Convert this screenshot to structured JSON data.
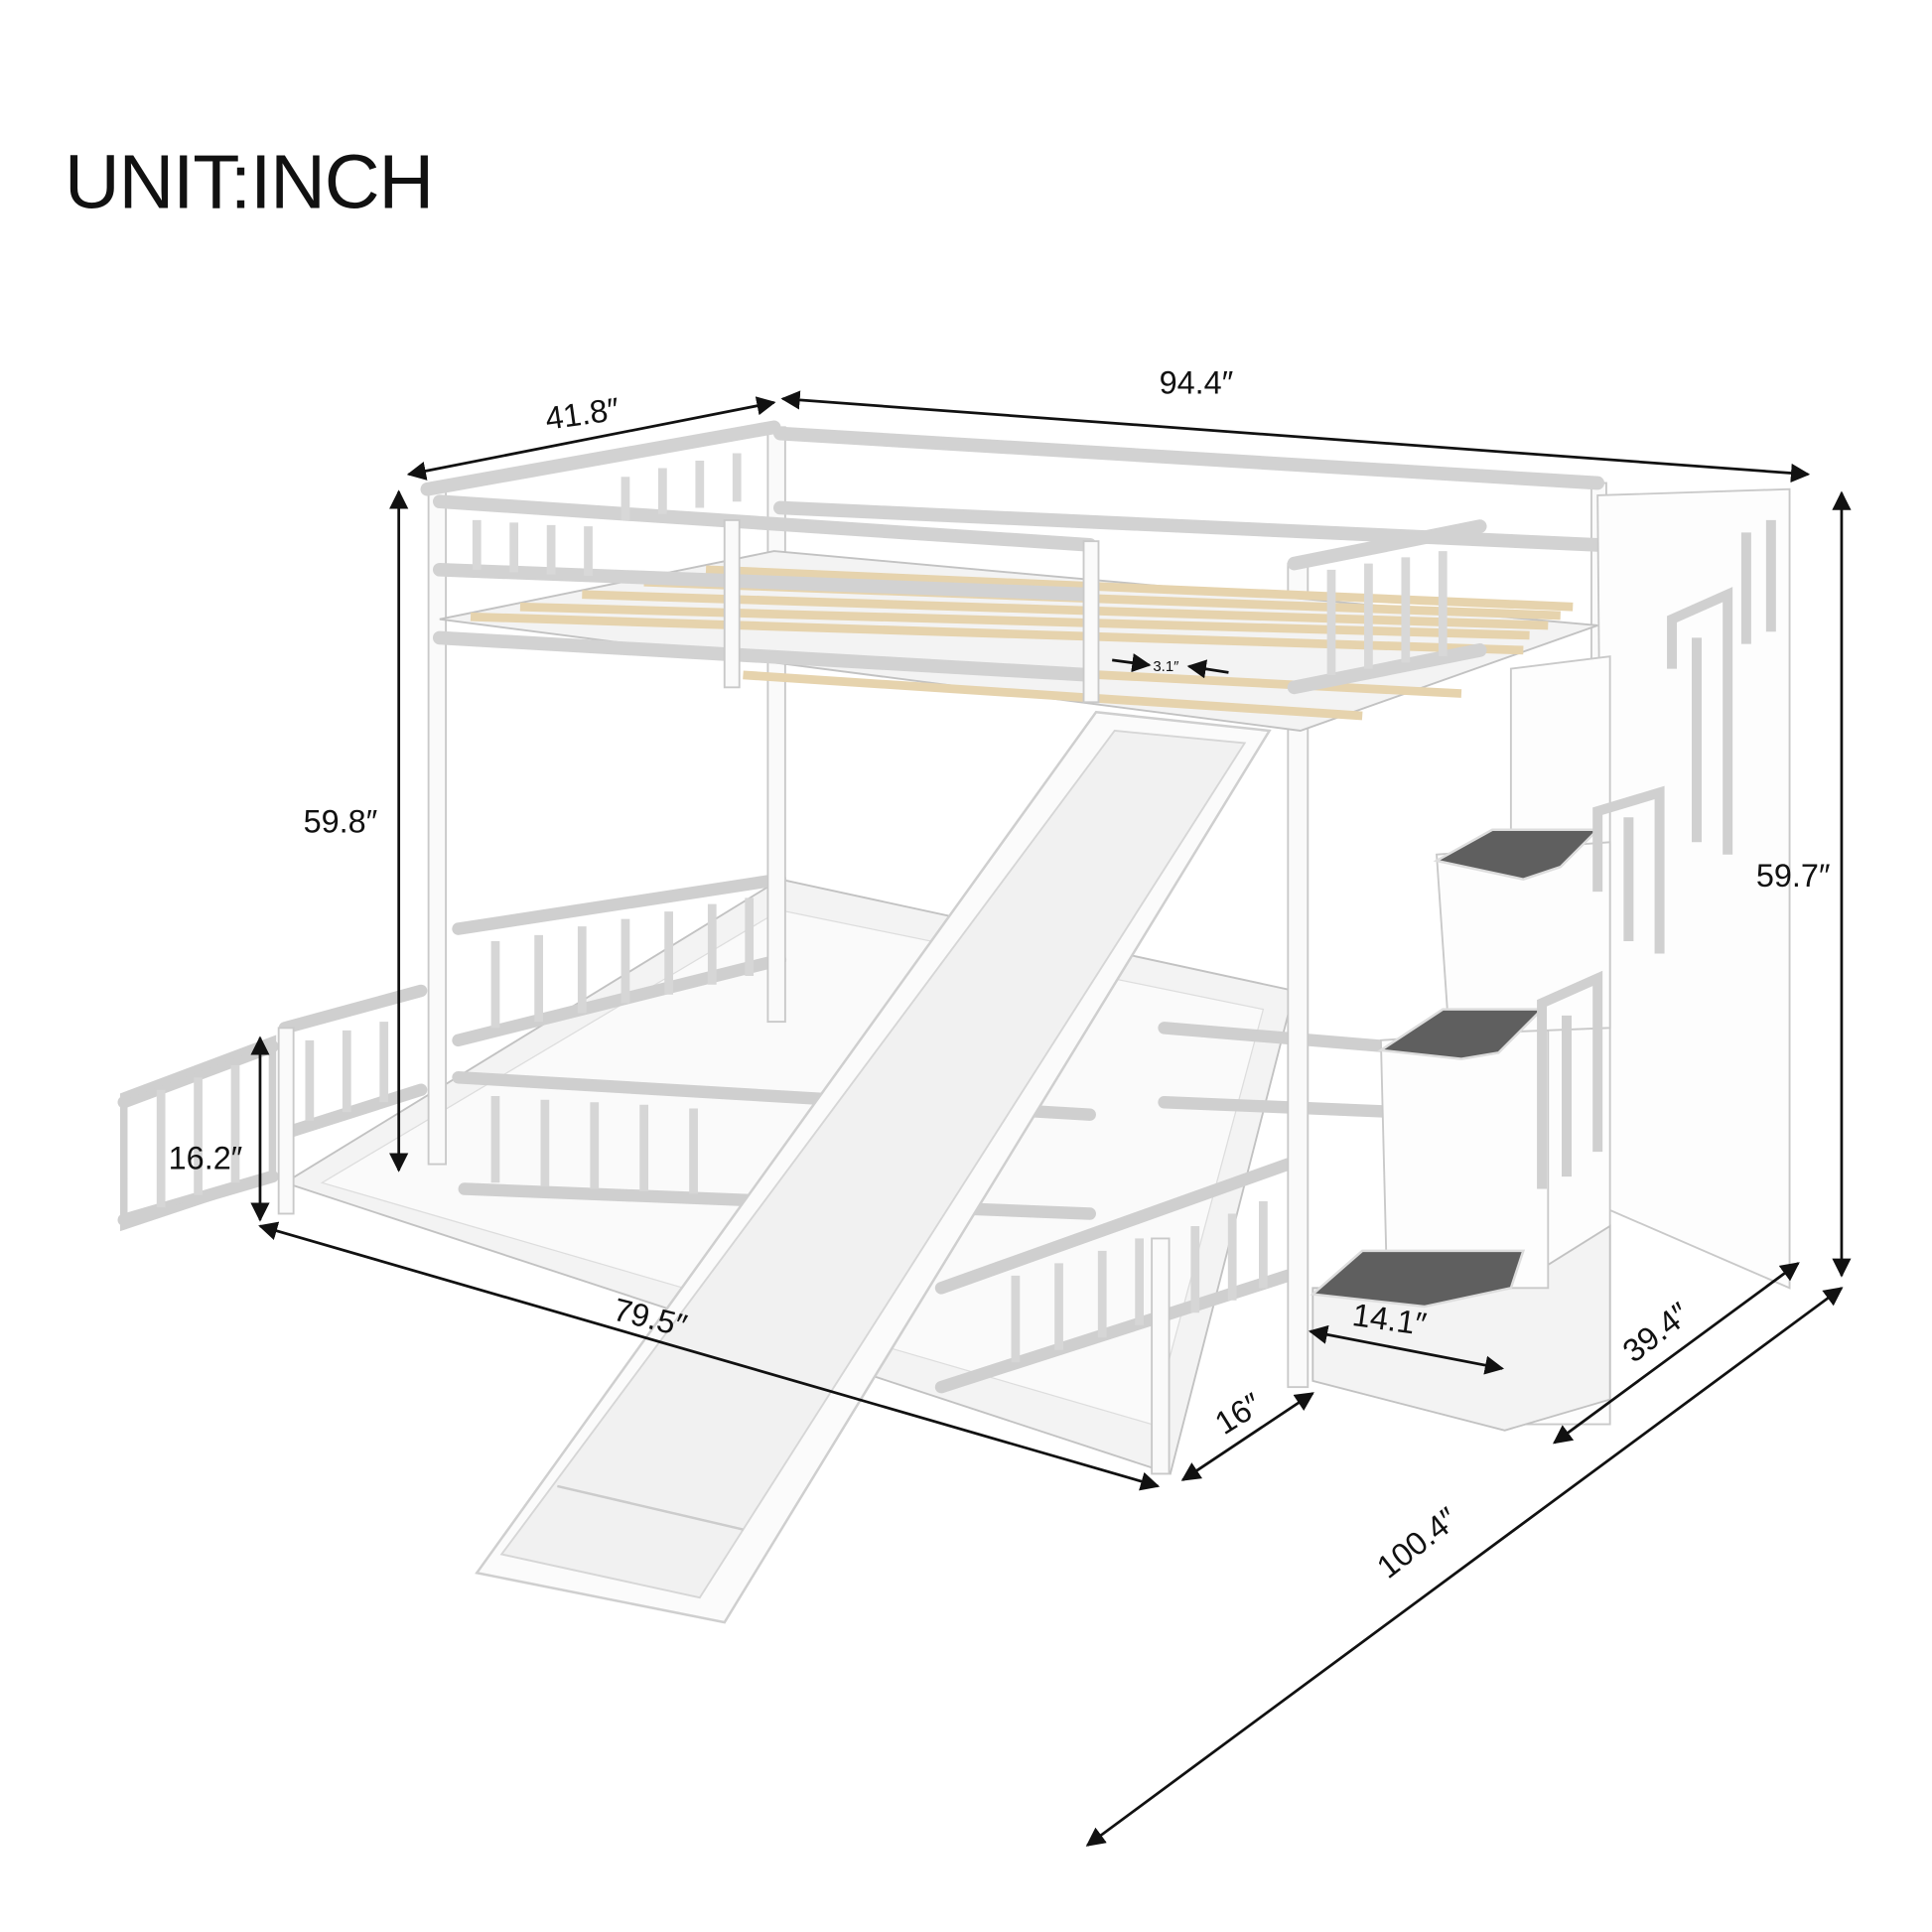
{
  "title": "UNIT:INCH",
  "dimensions": {
    "top_width": "41.8″",
    "total_length": "94.4″",
    "left_height": "59.8″",
    "right_height": "59.7″",
    "gate_height": "16.2″",
    "floor_bed_length": "79.5″",
    "slat_gap": "3.1″",
    "gap_to_stairs": "16″",
    "step_width": "14.1″",
    "stairs_depth": "39.4″",
    "total_depth_with_slide": "100.4″"
  },
  "colors": {
    "frame": "#ffffff",
    "slats": "#e6d3ad",
    "steps": "#5f5f5f",
    "dimension_lines": "#111111"
  }
}
